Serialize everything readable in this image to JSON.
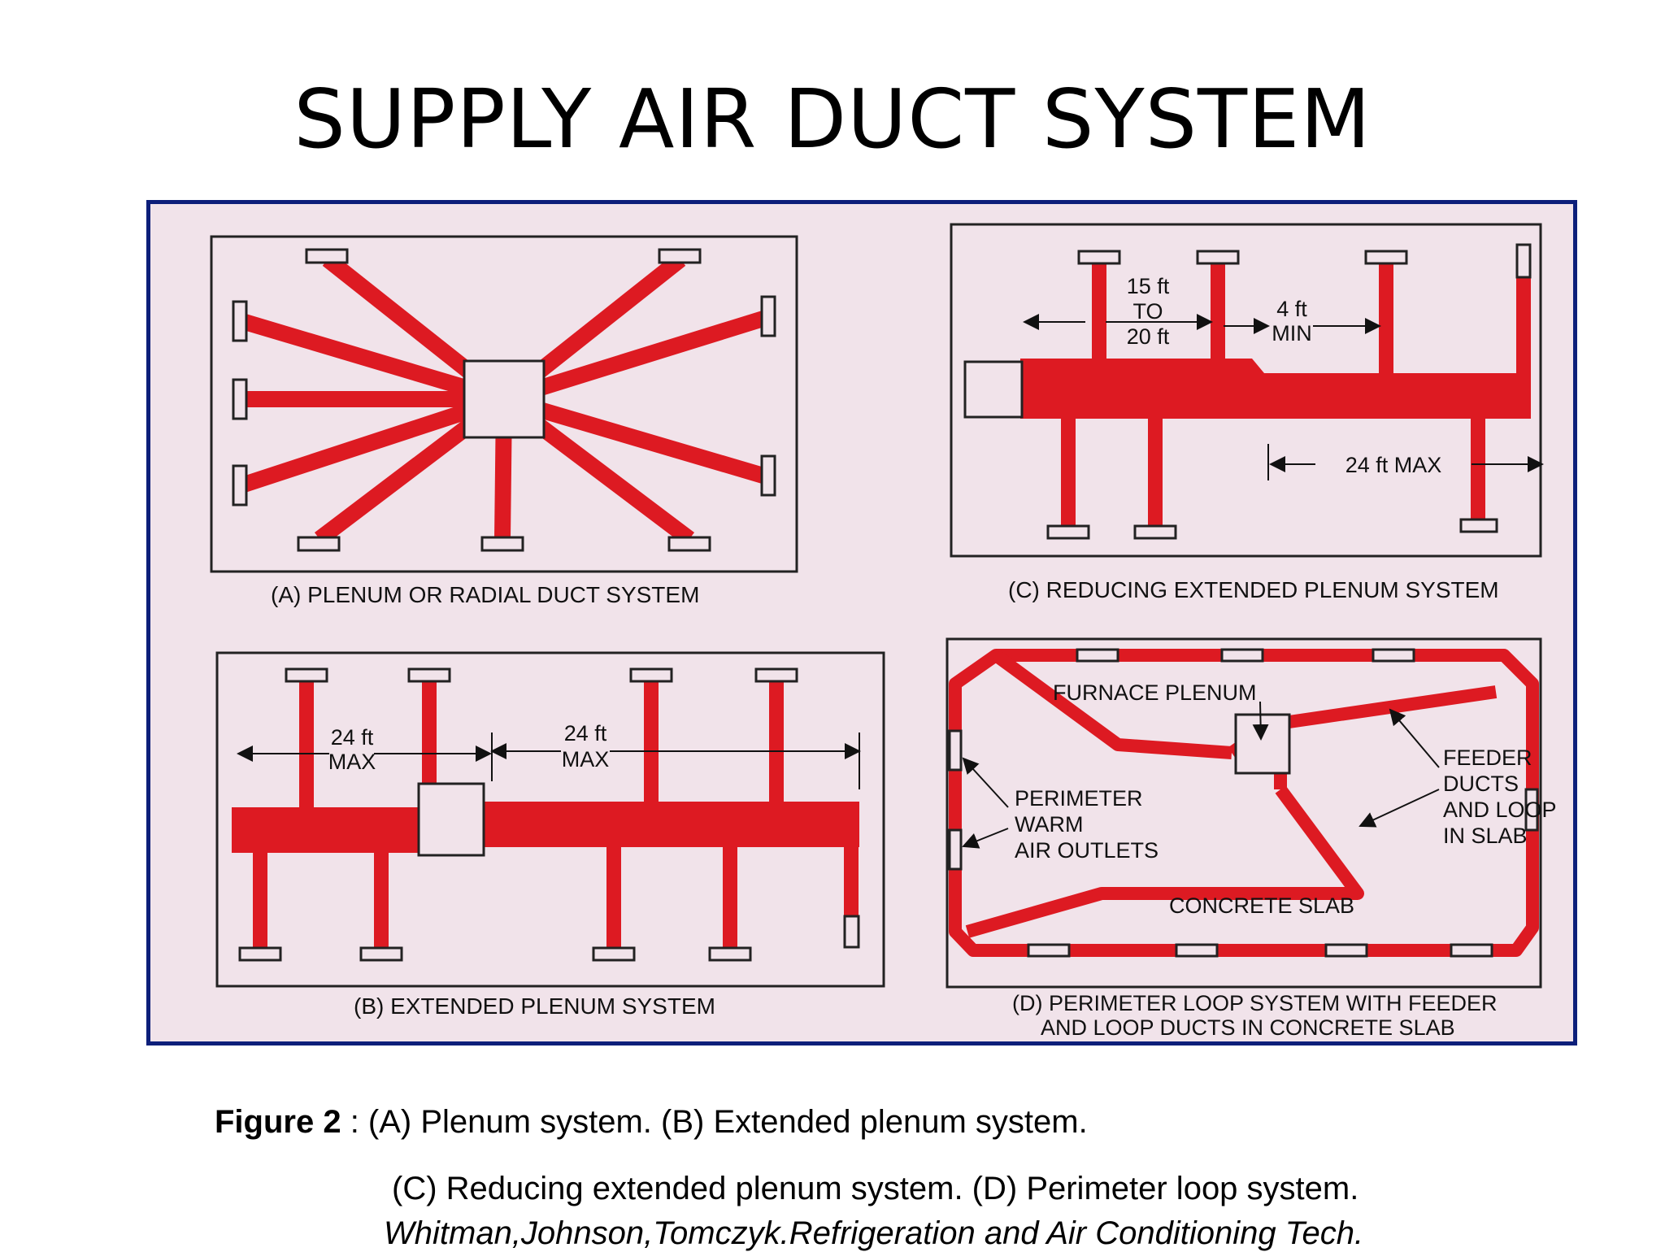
{
  "title": "SUPPLY AIR DUCT SYSTEM",
  "panels": {
    "a": {
      "label": "(A) PLENUM OR RADIAL DUCT SYSTEM"
    },
    "b": {
      "label": "(B) EXTENDED PLENUM SYSTEM",
      "dim_left": [
        "24 ft",
        "MAX"
      ],
      "dim_right": [
        "24 ft",
        "MAX"
      ]
    },
    "c": {
      "label": "(C) REDUCING EXTENDED PLENUM SYSTEM",
      "dim_spacing": [
        "15 ft",
        "TO",
        "20 ft"
      ],
      "dim_min": [
        "4 ft",
        "MIN"
      ],
      "dim_max": "24 ft MAX"
    },
    "d": {
      "label_line1": "(D) PERIMETER LOOP SYSTEM WITH FEEDER",
      "label_line2": "AND LOOP DUCTS IN CONCRETE SLAB",
      "furnace": "FURNACE PLENUM",
      "perimeter": [
        "PERIMETER",
        "WARM",
        "AIR OUTLETS"
      ],
      "feeder": [
        "FEEDER",
        "DUCTS",
        "AND LOOP",
        "IN SLAB"
      ],
      "slab": "CONCRETE SLAB"
    }
  },
  "caption": {
    "figure_label": "Figure 2",
    "line1": " : (A) Plenum system.  (B) Extended plenum system.",
    "line2": "(C) Reducing extended plenum system.   (D) Perimeter loop system.",
    "credit": "Whitman,Johnson,Tomczyk.Refrigeration and Air Conditioning Tech."
  },
  "colors": {
    "duct": "#dd1a22",
    "frame": "#0d1f7a",
    "background": "#f1e3ea"
  }
}
